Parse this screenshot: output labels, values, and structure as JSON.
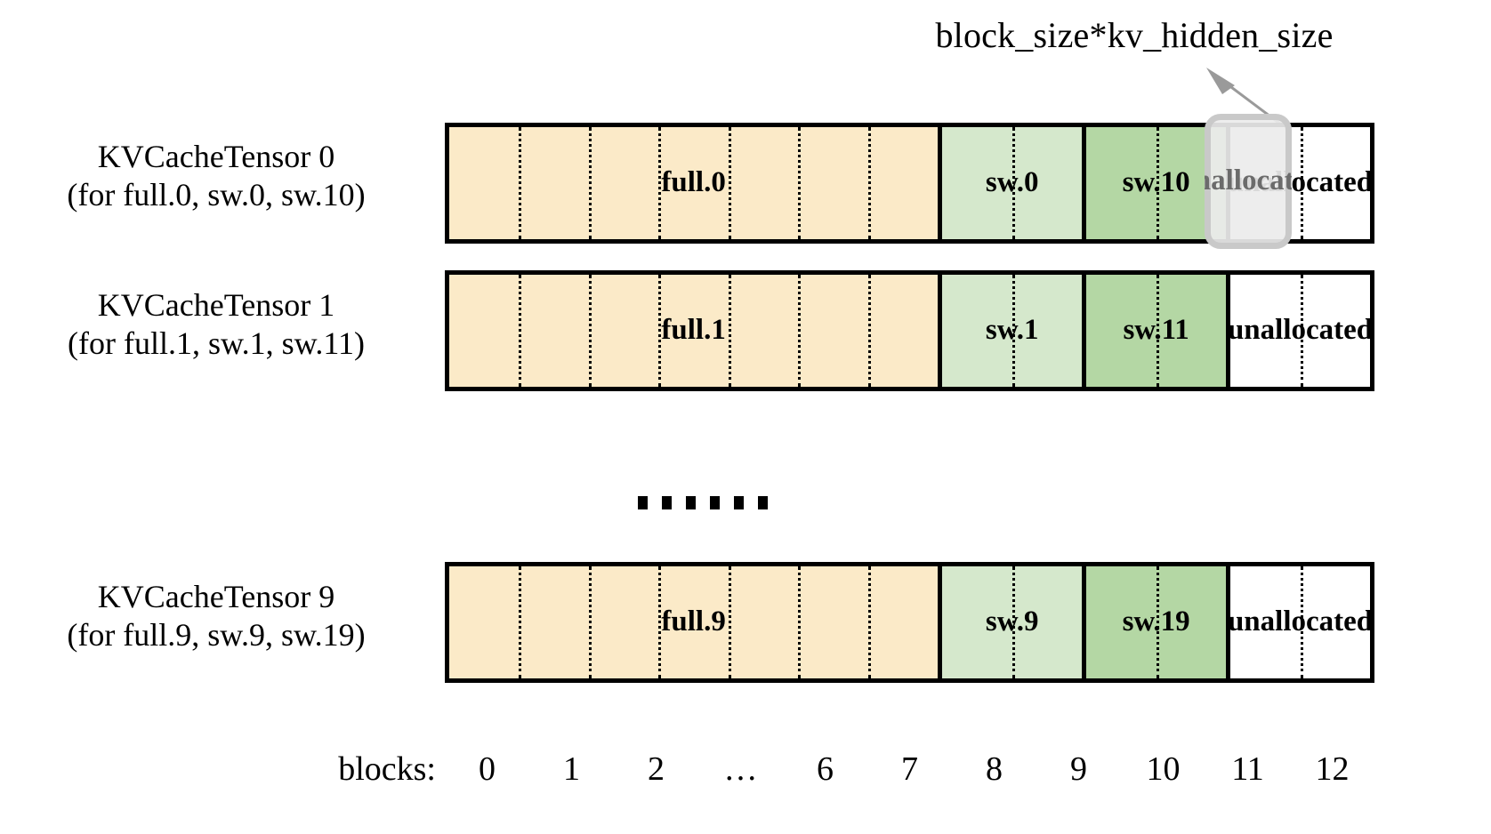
{
  "diagram": {
    "title_annotation": "block_size*kv_hidden_size",
    "colors": {
      "full_block": "#fbeac8",
      "sw_light_block": "#d5e8cc",
      "sw_mid_block": "#b4d7a4",
      "unallocated_block": "#ffffff",
      "outline": "#000000",
      "highlight_outline": "#c9c9c9",
      "highlight_fill": "#ebebeb",
      "highlight_text": "#6b6b6b",
      "arrow": "#9a9a9a"
    },
    "ellipsis": "……",
    "rows": [
      {
        "label_line1": "KVCacheTensor 0",
        "label_line2": "(for full.0, sw.0, sw.10)",
        "segments": [
          {
            "text": "full.0",
            "kind": "full",
            "blocks": 7
          },
          {
            "text": "sw.0",
            "kind": "sw-light",
            "blocks": 2
          },
          {
            "text": "sw.10",
            "kind": "sw-mid",
            "blocks": 2
          },
          {
            "text": "unallocated",
            "kind": "unallocated",
            "blocks": 2
          }
        ]
      },
      {
        "label_line1": "KVCacheTensor 1",
        "label_line2": "(for full.1, sw.1, sw.11)",
        "segments": [
          {
            "text": "full.1",
            "kind": "full",
            "blocks": 7
          },
          {
            "text": "sw.1",
            "kind": "sw-light",
            "blocks": 2
          },
          {
            "text": "sw.11",
            "kind": "sw-mid",
            "blocks": 2
          },
          {
            "text": "unallocated",
            "kind": "unallocated",
            "blocks": 2
          }
        ]
      },
      {
        "label_line1": "KVCacheTensor 9",
        "label_line2": "(for full.9, sw.9, sw.19)",
        "segments": [
          {
            "text": "full.9",
            "kind": "full",
            "blocks": 7
          },
          {
            "text": "sw.9",
            "kind": "sw-light",
            "blocks": 2
          },
          {
            "text": "sw.19",
            "kind": "sw-mid",
            "blocks": 2
          },
          {
            "text": "unallocated",
            "kind": "unallocated",
            "blocks": 2
          }
        ]
      }
    ],
    "highlight": {
      "text": "unallocated",
      "row_index": 0,
      "block_index": 11
    },
    "axis": {
      "title": "blocks:",
      "ticks": [
        "0",
        "1",
        "2",
        "…",
        "6",
        "7",
        "8",
        "9",
        "10",
        "11",
        "12"
      ]
    }
  }
}
